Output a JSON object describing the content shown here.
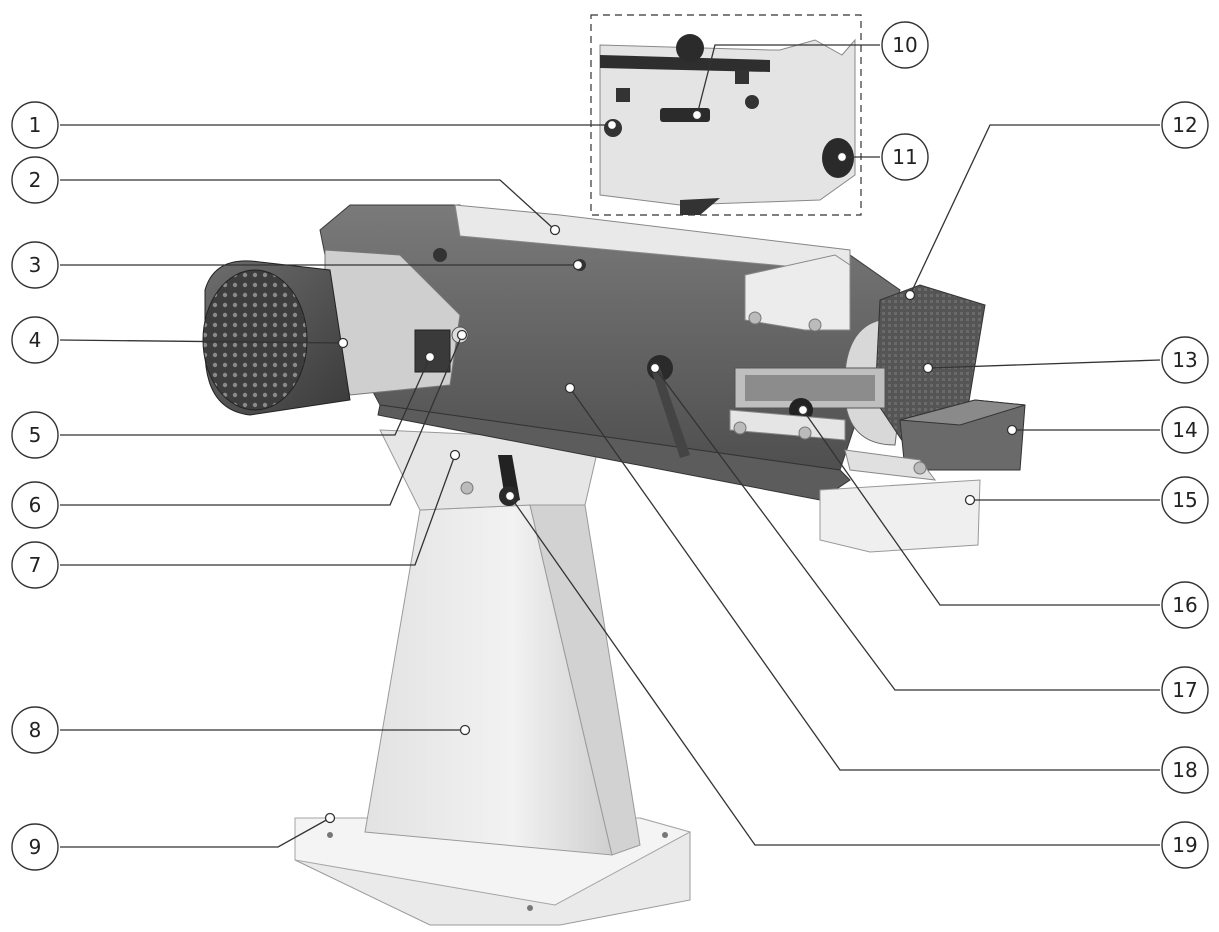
{
  "diagram": {
    "callouts": [
      {
        "id": 1,
        "label": "1"
      },
      {
        "id": 2,
        "label": "2"
      },
      {
        "id": 3,
        "label": "3"
      },
      {
        "id": 4,
        "label": "4"
      },
      {
        "id": 5,
        "label": "5"
      },
      {
        "id": 6,
        "label": "6"
      },
      {
        "id": 7,
        "label": "7"
      },
      {
        "id": 8,
        "label": "8"
      },
      {
        "id": 9,
        "label": "9"
      },
      {
        "id": 10,
        "label": "10"
      },
      {
        "id": 11,
        "label": "11"
      },
      {
        "id": 12,
        "label": "12"
      },
      {
        "id": 13,
        "label": "13"
      },
      {
        "id": 14,
        "label": "14"
      },
      {
        "id": 15,
        "label": "15"
      },
      {
        "id": 16,
        "label": "16"
      },
      {
        "id": 17,
        "label": "17"
      },
      {
        "id": 18,
        "label": "18"
      },
      {
        "id": 19,
        "label": "19"
      }
    ]
  }
}
